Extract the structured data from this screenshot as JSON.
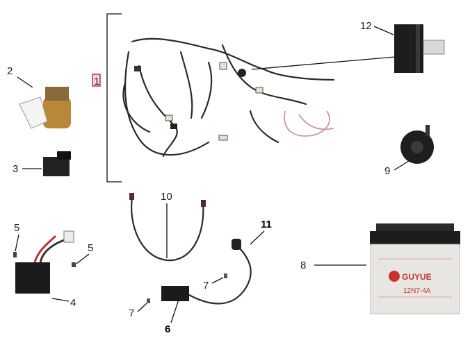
{
  "title": "Electrical parts diagram",
  "callouts": {
    "c1": "1",
    "c2": "2",
    "c3": "3",
    "c4": "4",
    "c5a": "5",
    "c5b": "5",
    "c6": "6",
    "c7a": "7",
    "c7b": "7",
    "c8": "8",
    "c9": "9",
    "c10": "10",
    "c11": "11",
    "c12": "12"
  },
  "battery": {
    "brand": "GUYUE",
    "model": "12N7-4A"
  },
  "colors": {
    "highlight": "#c0303a",
    "battery_red": "#c8322c",
    "case": "#e7e6e2"
  }
}
